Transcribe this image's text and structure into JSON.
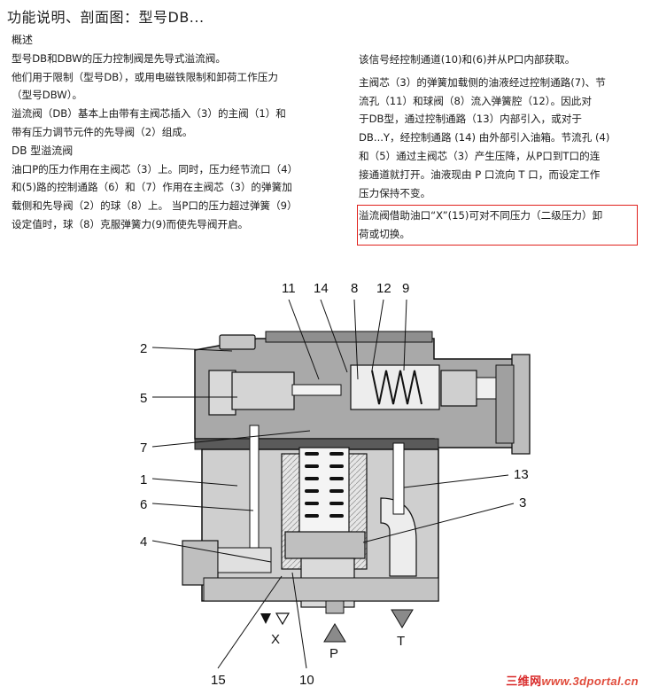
{
  "title": "功能说明、剖面图：型号DB...",
  "left_column": {
    "heading_overview": "概述",
    "p1": "型号DB和DBW的压力控制阀是先导式溢流阀。",
    "p2_line1": "他们用于限制（型号DB），或用电磁铁限制和卸荷工作压力",
    "p2_line2": "（型号DBW）。",
    "p3_line1": "溢流阀（DB）基本上由带有主阀芯插入（3）的主阀（1）和",
    "p3_line2": "带有压力调节元件的先导阀（2）组成。",
    "heading_db": "DB 型溢流阀",
    "p4_line1": "油口P的压力作用在主阀芯（3）上。同时，压力经节流口（4）",
    "p4_line2": "和(5)路的控制通路（6）和（7）作用在主阀芯（3）的弹簧加",
    "p4_line3": "载侧和先导阀（2）的球（8）上。 当P口的压力超过弹簧（9）",
    "p4_line4": "设定值时，球（8）克服弹簧力(9)而使先导阀开启。"
  },
  "right_column": {
    "p1": "该信号经控制通道(10)和(6)并从P口内部获取。",
    "p2_line1": "主阀芯（3）的弹簧加载侧的油液经过控制通路(7)、节",
    "p2_line2": "流孔（11）和球阀（8）流入弹簧腔（12）。因此对",
    "p2_line3": "于DB型，通过控制通路（13）内部引入，或对于",
    "p2_line4": "DB...Y，经控制通路 (14) 由外部引入油箱。节流孔 (4)",
    "p2_line5": "和（5）通过主阀芯（3）产生压降，从P口到T口的连",
    "p2_line6": "接通道就打开。油液现由 P 口流向 T 口，而设定工作",
    "p2_line7": "压力保持不变。",
    "boxed_line1": "溢流阀借助油口“X”(15)可对不同压力（二级压力）卸",
    "boxed_line2": "荷或切换。"
  },
  "diagram": {
    "callouts": [
      "11",
      "14",
      "8",
      "12",
      "9",
      "2",
      "5",
      "7",
      "1",
      "6",
      "4",
      "13",
      "3",
      "15",
      "10"
    ],
    "ports": {
      "x": "X",
      "p": "P",
      "t": "T"
    }
  },
  "watermark": {
    "part1": "三维网",
    "part2": "www.3dportal.cn"
  }
}
